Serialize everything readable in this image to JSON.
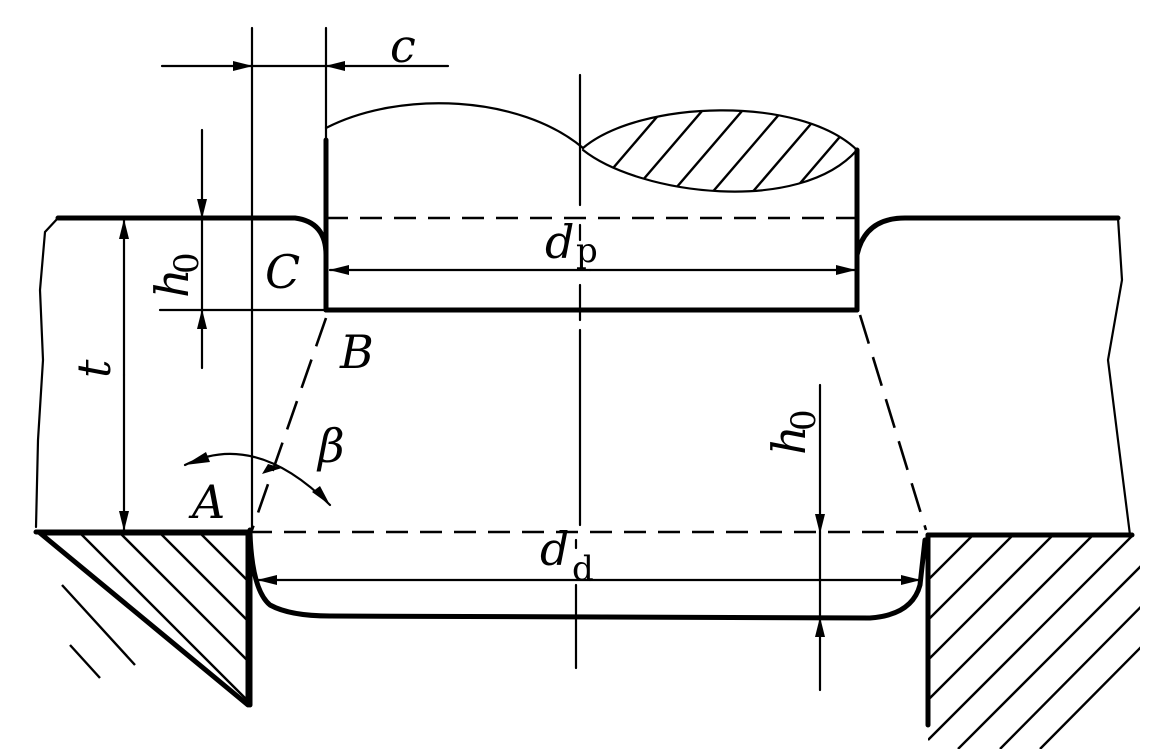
{
  "labels": {
    "c": "c",
    "h0_left": "h",
    "h0_left_sub": "0",
    "h0_right": "h",
    "h0_right_sub": "0",
    "C": "C",
    "B": "B",
    "A": "A",
    "beta": "β",
    "t": "t",
    "dp": "d",
    "dp_sub": "p",
    "dd": "d",
    "dd_sub": "d"
  }
}
